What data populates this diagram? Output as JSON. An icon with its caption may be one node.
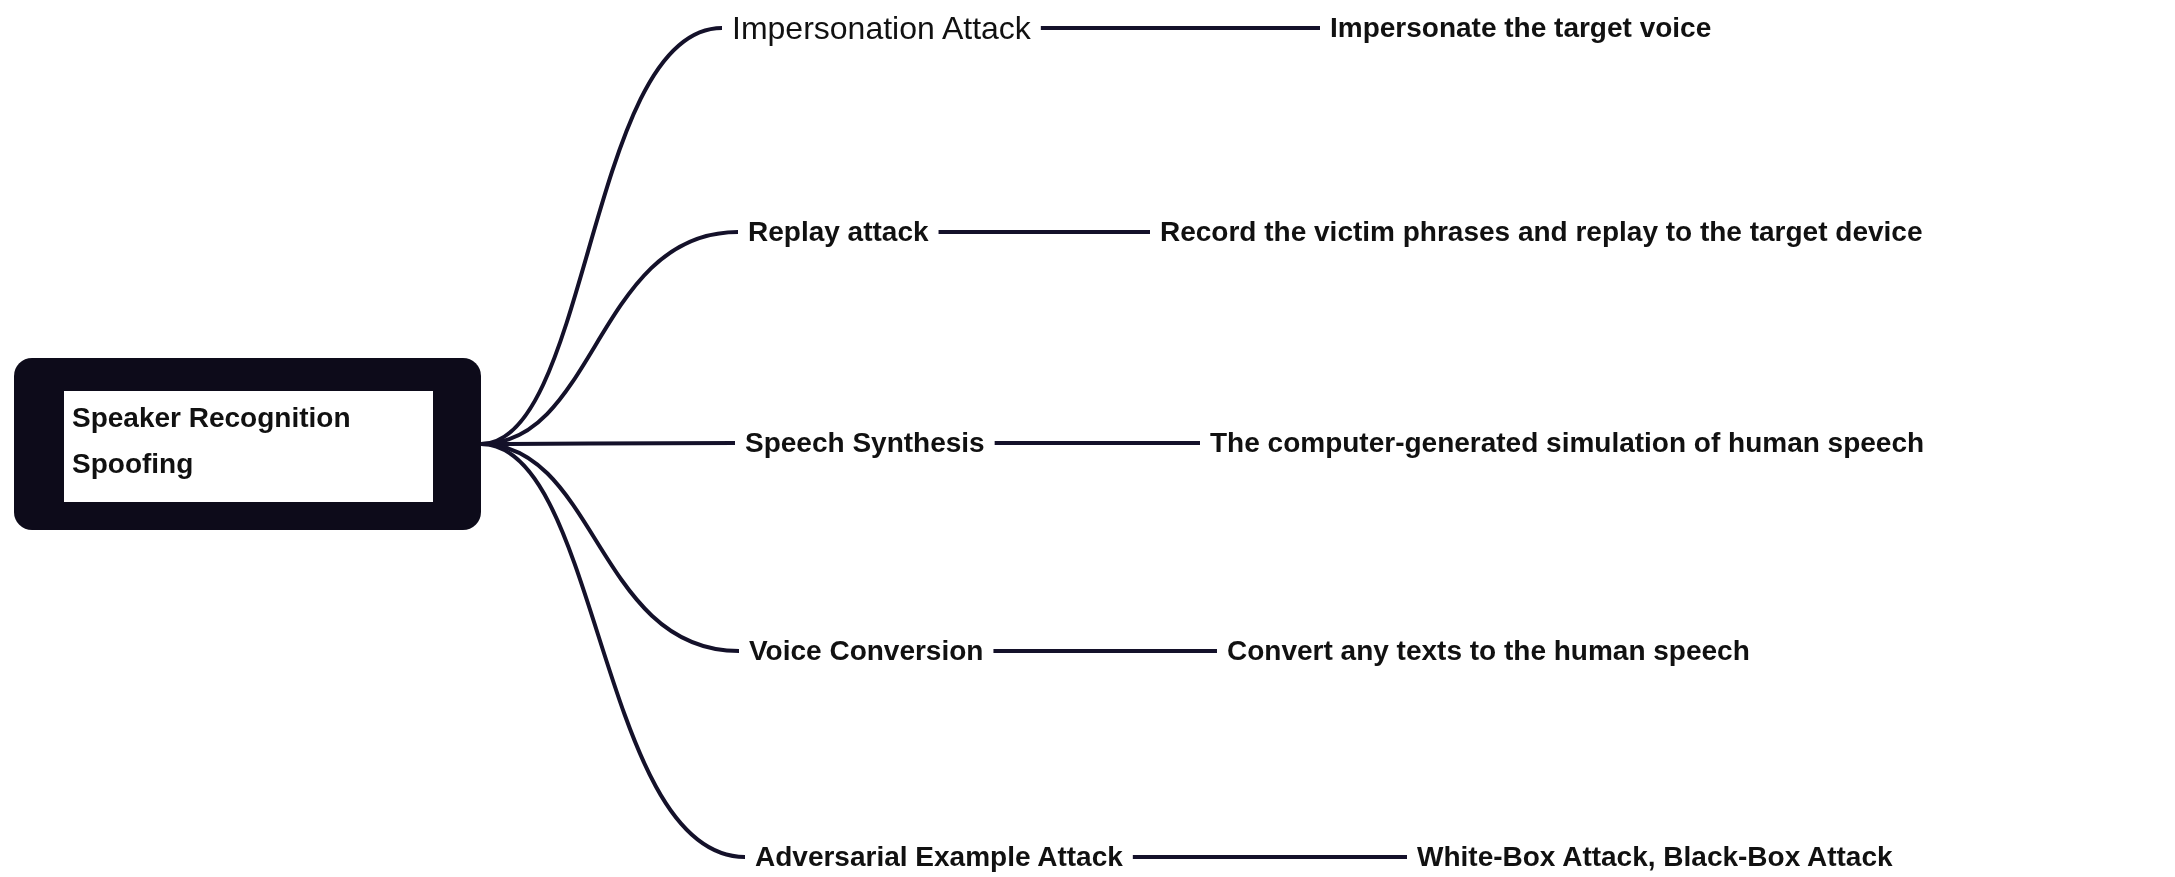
{
  "diagram": {
    "nodes": [
      {
        "text": [
          "Speaker Recognition Spoofing"
        ]
      },
      {
        "text": [
          "Impersonation Attack"
        ]
      },
      {
        "text": [
          "Impersonate the target voice"
        ]
      },
      {
        "text": [
          "Replay attack"
        ]
      },
      {
        "text": [
          "Record the victim phrases and replay to the target device"
        ]
      },
      {
        "text": [
          "Speech Synthesis"
        ]
      },
      {
        "text": [
          "The computer-generated simulation of human speech"
        ]
      },
      {
        "text": [
          "Voice Conversion"
        ]
      },
      {
        "text": [
          "Convert any texts to the human speech"
        ]
      },
      {
        "text": [
          "Adversarial Example Attack"
        ]
      },
      {
        "text": [
          "White-Box Attack, Black-Box Attack"
        ]
      }
    ],
    "edges": [
      {
        "from": 0,
        "to": 1,
        "arrow": "none"
      },
      {
        "from": 1,
        "to": 2,
        "arrow": "none"
      },
      {
        "from": 0,
        "to": 3,
        "arrow": "none"
      },
      {
        "from": 3,
        "to": 4,
        "arrow": "none"
      },
      {
        "from": 0,
        "to": 5,
        "arrow": "none"
      },
      {
        "from": 5,
        "to": 6,
        "arrow": "none"
      },
      {
        "from": 0,
        "to": 7,
        "arrow": "none"
      },
      {
        "from": 7,
        "to": 8,
        "arrow": "none"
      },
      {
        "from": 0,
        "to": 9,
        "arrow": "none"
      },
      {
        "from": 9,
        "to": 10,
        "arrow": "none"
      }
    ]
  }
}
